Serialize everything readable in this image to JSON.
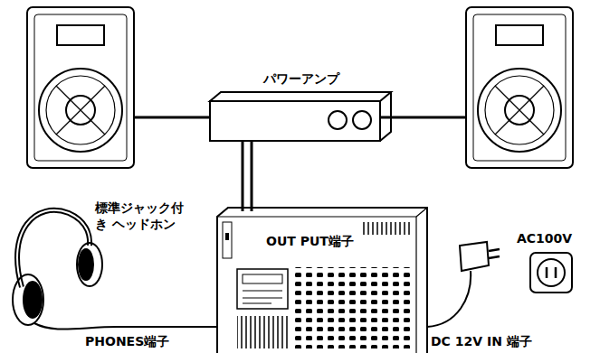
{
  "diagram": {
    "nodes": [
      {
        "text": [
          "パワーアンプ"
        ]
      },
      {
        "text": [
          "標準ジャック付き ヘッドホン"
        ]
      },
      {
        "text": [
          "AC100V"
        ]
      }
    ],
    "labels": [
      "OUT PUT端子",
      "PHONES端子",
      "DC 12V IN 端子"
    ]
  }
}
